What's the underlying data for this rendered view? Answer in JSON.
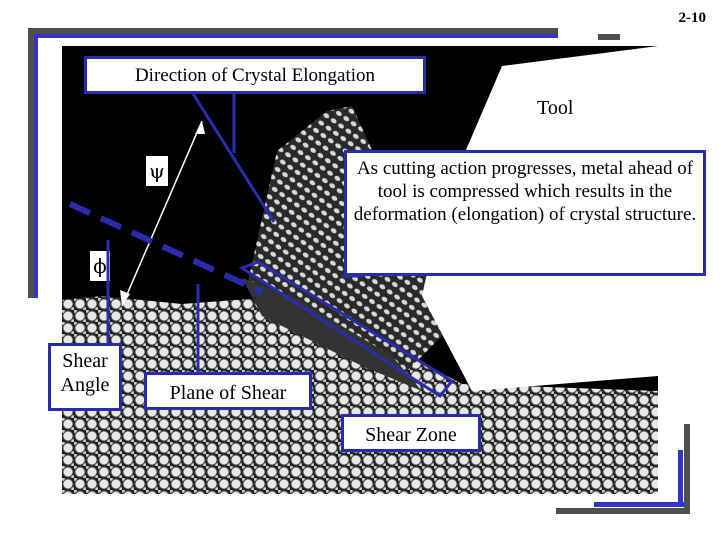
{
  "slide_number": "2-10",
  "labels": {
    "crystal_elongation": "Direction of Crystal Elongation",
    "tool": "Tool",
    "description": "As cutting action progresses, metal ahead of tool is compressed which results in the deformation (elongation) of crystal structure.",
    "shear_angle_line1": "Shear",
    "shear_angle_line2": "Angle",
    "plane_of_shear": "Plane of Shear",
    "shear_zone": "Shear Zone"
  },
  "symbols": {
    "psi": "ψ",
    "phi": "ϕ"
  },
  "colors": {
    "accent_blue": "#2b2bb0",
    "frame_gray": "#4f4f4f",
    "photo_black": "#000000",
    "tool_white": "#ffffff"
  }
}
